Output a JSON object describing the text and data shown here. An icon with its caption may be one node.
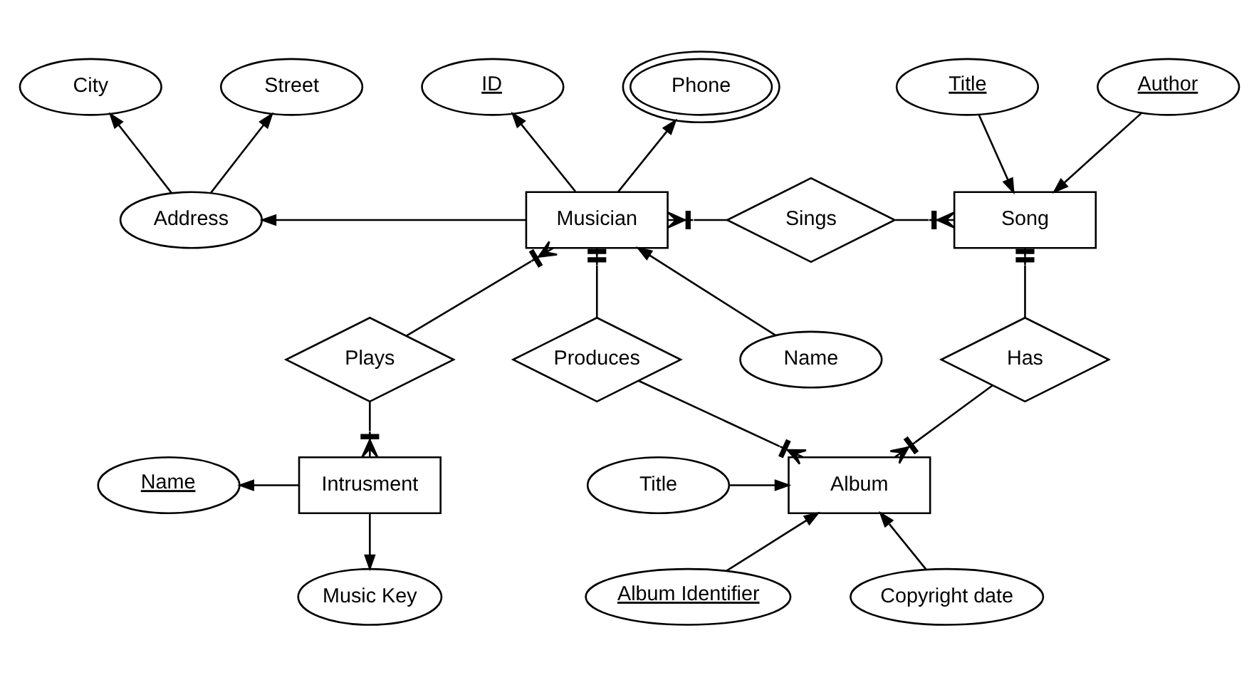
{
  "diagram": {
    "nodes": [
      {
        "text": [
          "Title"
        ]
      },
      {
        "text": [
          "Author"
        ]
      },
      {
        "text": [
          "ID"
        ]
      },
      {
        "text": [
          "Phone"
        ]
      },
      {
        "text": [
          "Street"
        ]
      },
      {
        "text": [
          "City"
        ]
      },
      {
        "text": [
          "Address"
        ]
      },
      {
        "text": [
          "Musician"
        ]
      },
      {
        "text": [
          "Sings"
        ]
      },
      {
        "text": [
          "Song"
        ]
      },
      {
        "text": [
          "Name"
        ]
      },
      {
        "text": [
          "Plays"
        ]
      },
      {
        "text": [
          "Has"
        ]
      },
      {
        "text": [
          "Name"
        ]
      },
      {
        "text": [
          "Produces"
        ]
      },
      {
        "text": [
          "Intrusment"
        ]
      },
      {
        "text": [
          "Title"
        ]
      },
      {
        "text": [
          "Album"
        ]
      },
      {
        "text": [
          "Music Key"
        ]
      },
      {
        "text": [
          "Copyright date"
        ]
      },
      {
        "text": [
          "Album Identifier"
        ]
      }
    ],
    "edges": [
      {
        "from": 7,
        "to": 6,
        "arrow": "to"
      },
      {
        "from": 6,
        "to": 5,
        "arrow": "to"
      },
      {
        "from": 6,
        "to": 4,
        "arrow": "to"
      },
      {
        "from": 7,
        "to": 2,
        "arrow": "to"
      },
      {
        "from": 7,
        "to": 3,
        "arrow": "to"
      },
      {
        "from": 10,
        "to": 7,
        "arrow": "to"
      },
      {
        "from": 7,
        "to": 8,
        "arrow": "other"
      },
      {
        "from": 8,
        "to": 9,
        "arrow": "other"
      },
      {
        "from": 0,
        "to": 9,
        "arrow": "to"
      },
      {
        "from": 1,
        "to": 9,
        "arrow": "to"
      },
      {
        "from": 9,
        "to": 12,
        "arrow": "other"
      },
      {
        "from": 12,
        "to": 17,
        "arrow": "other"
      },
      {
        "from": 7,
        "to": 11,
        "arrow": "other"
      },
      {
        "from": 11,
        "to": 15,
        "arrow": "other"
      },
      {
        "from": 7,
        "to": 14,
        "arrow": "other"
      },
      {
        "from": 14,
        "to": 17,
        "arrow": "other"
      },
      {
        "from": 15,
        "to": 13,
        "arrow": "to"
      },
      {
        "from": 15,
        "to": 18,
        "arrow": "to"
      },
      {
        "from": 16,
        "to": 17,
        "arrow": "to"
      },
      {
        "from": 19,
        "to": 17,
        "arrow": "to"
      },
      {
        "from": 20,
        "to": 17,
        "arrow": "to"
      }
    ]
  }
}
